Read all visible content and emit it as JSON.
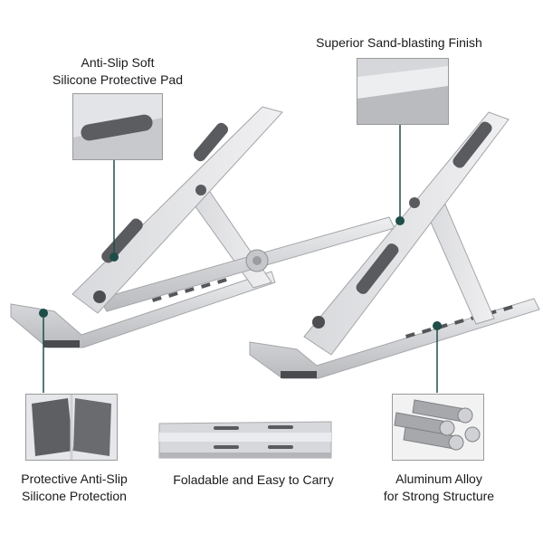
{
  "callouts": {
    "silicone_pad": {
      "line1": "Anti-Slip Soft",
      "line2": "Silicone Protective Pad"
    },
    "sand_blasting": {
      "line1": "Superior Sand-blasting Finish"
    },
    "anti_slip": {
      "line1": "Protective Anti-Slip",
      "line2": "Silicone Protection"
    },
    "foldable": {
      "line1": "Foladable and Easy to Carry"
    },
    "alloy": {
      "line1": "Aluminum Alloy",
      "line2": "for Strong Structure"
    }
  },
  "colors": {
    "pointer": "#1f4d4a",
    "aluminum_light": "#e4e5e8",
    "aluminum_mid": "#c9cacd",
    "aluminum_dark": "#9fa1a5",
    "pad": "#5f6064"
  }
}
